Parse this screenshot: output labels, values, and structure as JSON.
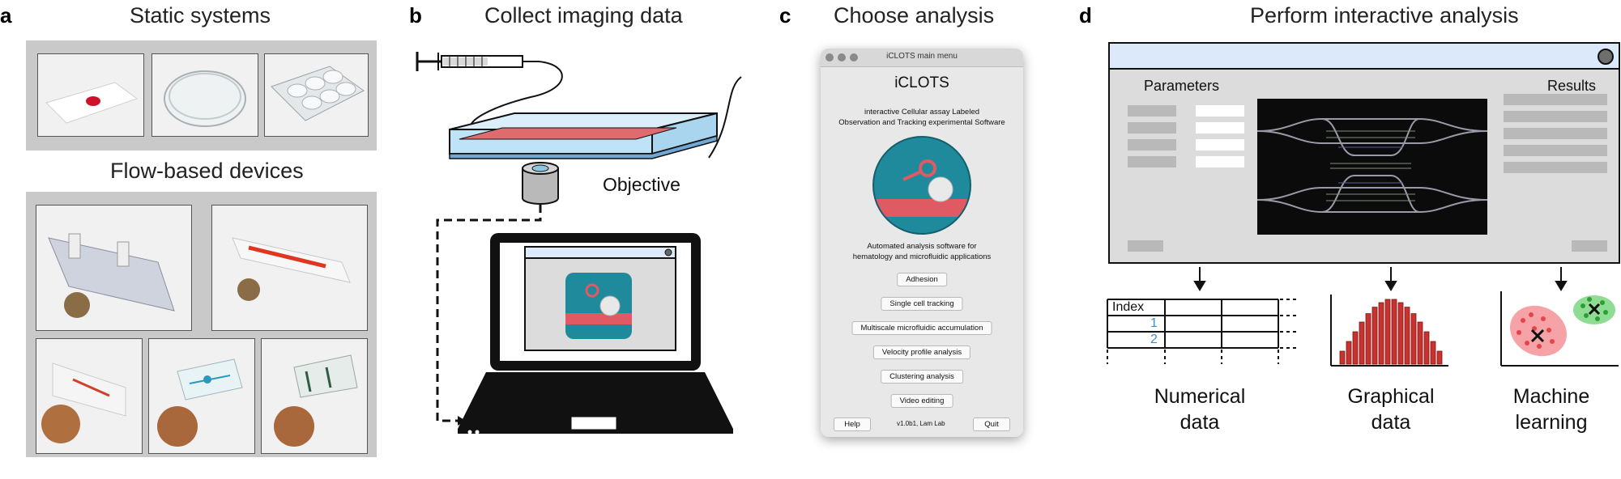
{
  "panel_a": {
    "label": "a",
    "title_static": "Static systems",
    "title_flow": "Flow-based devices"
  },
  "panel_b": {
    "label": "b",
    "title": "Collect imaging data",
    "objective_label": "Objective"
  },
  "panel_c": {
    "label": "c",
    "title": "Choose analysis",
    "window_title": "iCLOTS main menu",
    "app_name": "iCLOTS",
    "subtitle_line1": "interactive Cellular assay Labeled",
    "subtitle_line2": "Observation and Tracking experimental Software",
    "description_line1": "Automated analysis software for",
    "description_line2": "hematology and microfluidic applications",
    "buttons": [
      "Adhesion",
      "Single cell tracking",
      "Multiscale microfluidic accumulation",
      "Velocity profile analysis",
      "Clustering analysis",
      "Video editing"
    ],
    "help_label": "Help",
    "version": "v1.0b1, Lam Lab",
    "quit_label": "Quit"
  },
  "panel_d": {
    "label": "d",
    "title": "Perform interactive analysis",
    "parameters_label": "Parameters",
    "results_label": "Results",
    "table_header": "Index",
    "table_rows": [
      "1",
      "2"
    ],
    "caption_numerical_1": "Numerical",
    "caption_numerical_2": "data",
    "caption_graphical_1": "Graphical",
    "caption_graphical_2": "data",
    "caption_ml_1": "Machine",
    "caption_ml_2": "learning",
    "histogram_relative_heights": [
      0.2,
      0.35,
      0.5,
      0.65,
      0.78,
      0.88,
      0.95,
      1.0,
      1.0,
      0.95,
      0.88,
      0.78,
      0.65,
      0.5,
      0.35,
      0.2
    ]
  },
  "colors": {
    "logo_teal": "#1f8a9c",
    "logo_red": "#e05a63",
    "channel_blue": "#bfe3f6",
    "histogram_red": "#c8322f",
    "ml_red": "#f5a3a6",
    "ml_green": "#8fdc93",
    "link_blue": "#3b8fd6"
  }
}
